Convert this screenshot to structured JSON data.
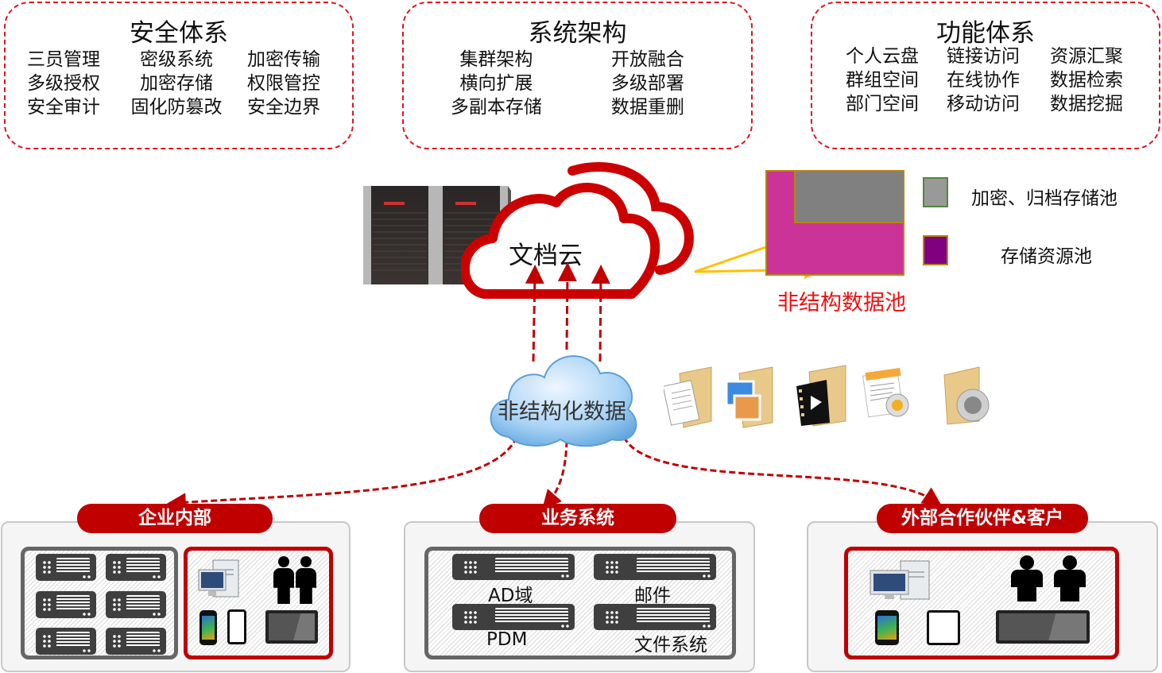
{
  "panels": {
    "security": {
      "title": "安全体系",
      "columns": [
        [
          "三员管理",
          "多级授权",
          "安全审计"
        ],
        [
          "密级系统",
          "加密存储",
          "固化防篡改"
        ],
        [
          "加密传输",
          "权限管控",
          "安全边界"
        ]
      ]
    },
    "architecture": {
      "title": "系统架构",
      "columns": [
        [
          "集群架构",
          "横向扩展",
          "多副本存储"
        ],
        [
          "开放融合",
          "多级部署",
          "数据重删"
        ]
      ]
    },
    "functions": {
      "title": "功能体系",
      "columns": [
        [
          "个人云盘",
          "群组空间",
          "部门空间"
        ],
        [
          "链接访问",
          "在线协作",
          "移动访问"
        ],
        [
          "资源汇聚",
          "数据检索",
          "数据挖掘"
        ]
      ]
    }
  },
  "core": {
    "doc_cloud_label": "文档云",
    "data_cloud_label": "非结构化数据"
  },
  "pool": {
    "caption": "非结构数据池",
    "legend": [
      {
        "label": "加密、归档存储池",
        "color": "#999999",
        "border": "#4e8a3a"
      },
      {
        "label": "存储资源池",
        "color": "#800080",
        "border": "#b8860b"
      }
    ],
    "colors": {
      "resource": "#cc3399",
      "archive": "#808080",
      "arrow": "#ffc000"
    }
  },
  "file_types": [
    "document-folder-icon",
    "image-folder-icon",
    "video-folder-icon",
    "text-file-icon",
    "audio-folder-icon"
  ],
  "groups": {
    "internal": {
      "title": "企业内部"
    },
    "business": {
      "title": "业务系统",
      "servers": [
        "AD域",
        "邮件",
        "PDM",
        "文件系统"
      ]
    },
    "external": {
      "title": "外部合作伙伴&客户"
    }
  },
  "colors": {
    "accent": "#c00000",
    "dash": "#e0141e"
  }
}
